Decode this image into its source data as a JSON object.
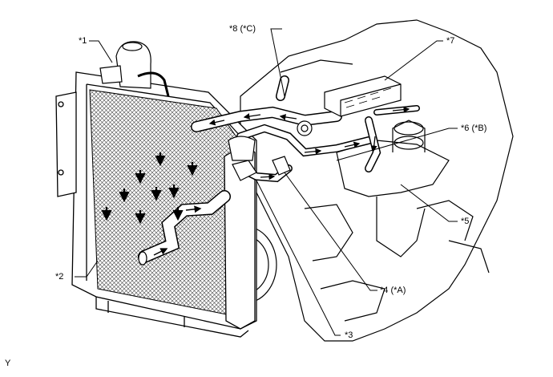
{
  "labels": {
    "radiator_reservoir": "*1",
    "radiator": "*2",
    "hose_3": "*3",
    "hose_4": "*4 (*A)",
    "block_5": "*5",
    "hose_6": "*6 (*B)",
    "heater_7": "*7",
    "hose_8": "*8 (*C)"
  },
  "corner_mark": "Y",
  "colors": {
    "line": "#000000",
    "background": "#ffffff",
    "hatch": "#555555"
  }
}
